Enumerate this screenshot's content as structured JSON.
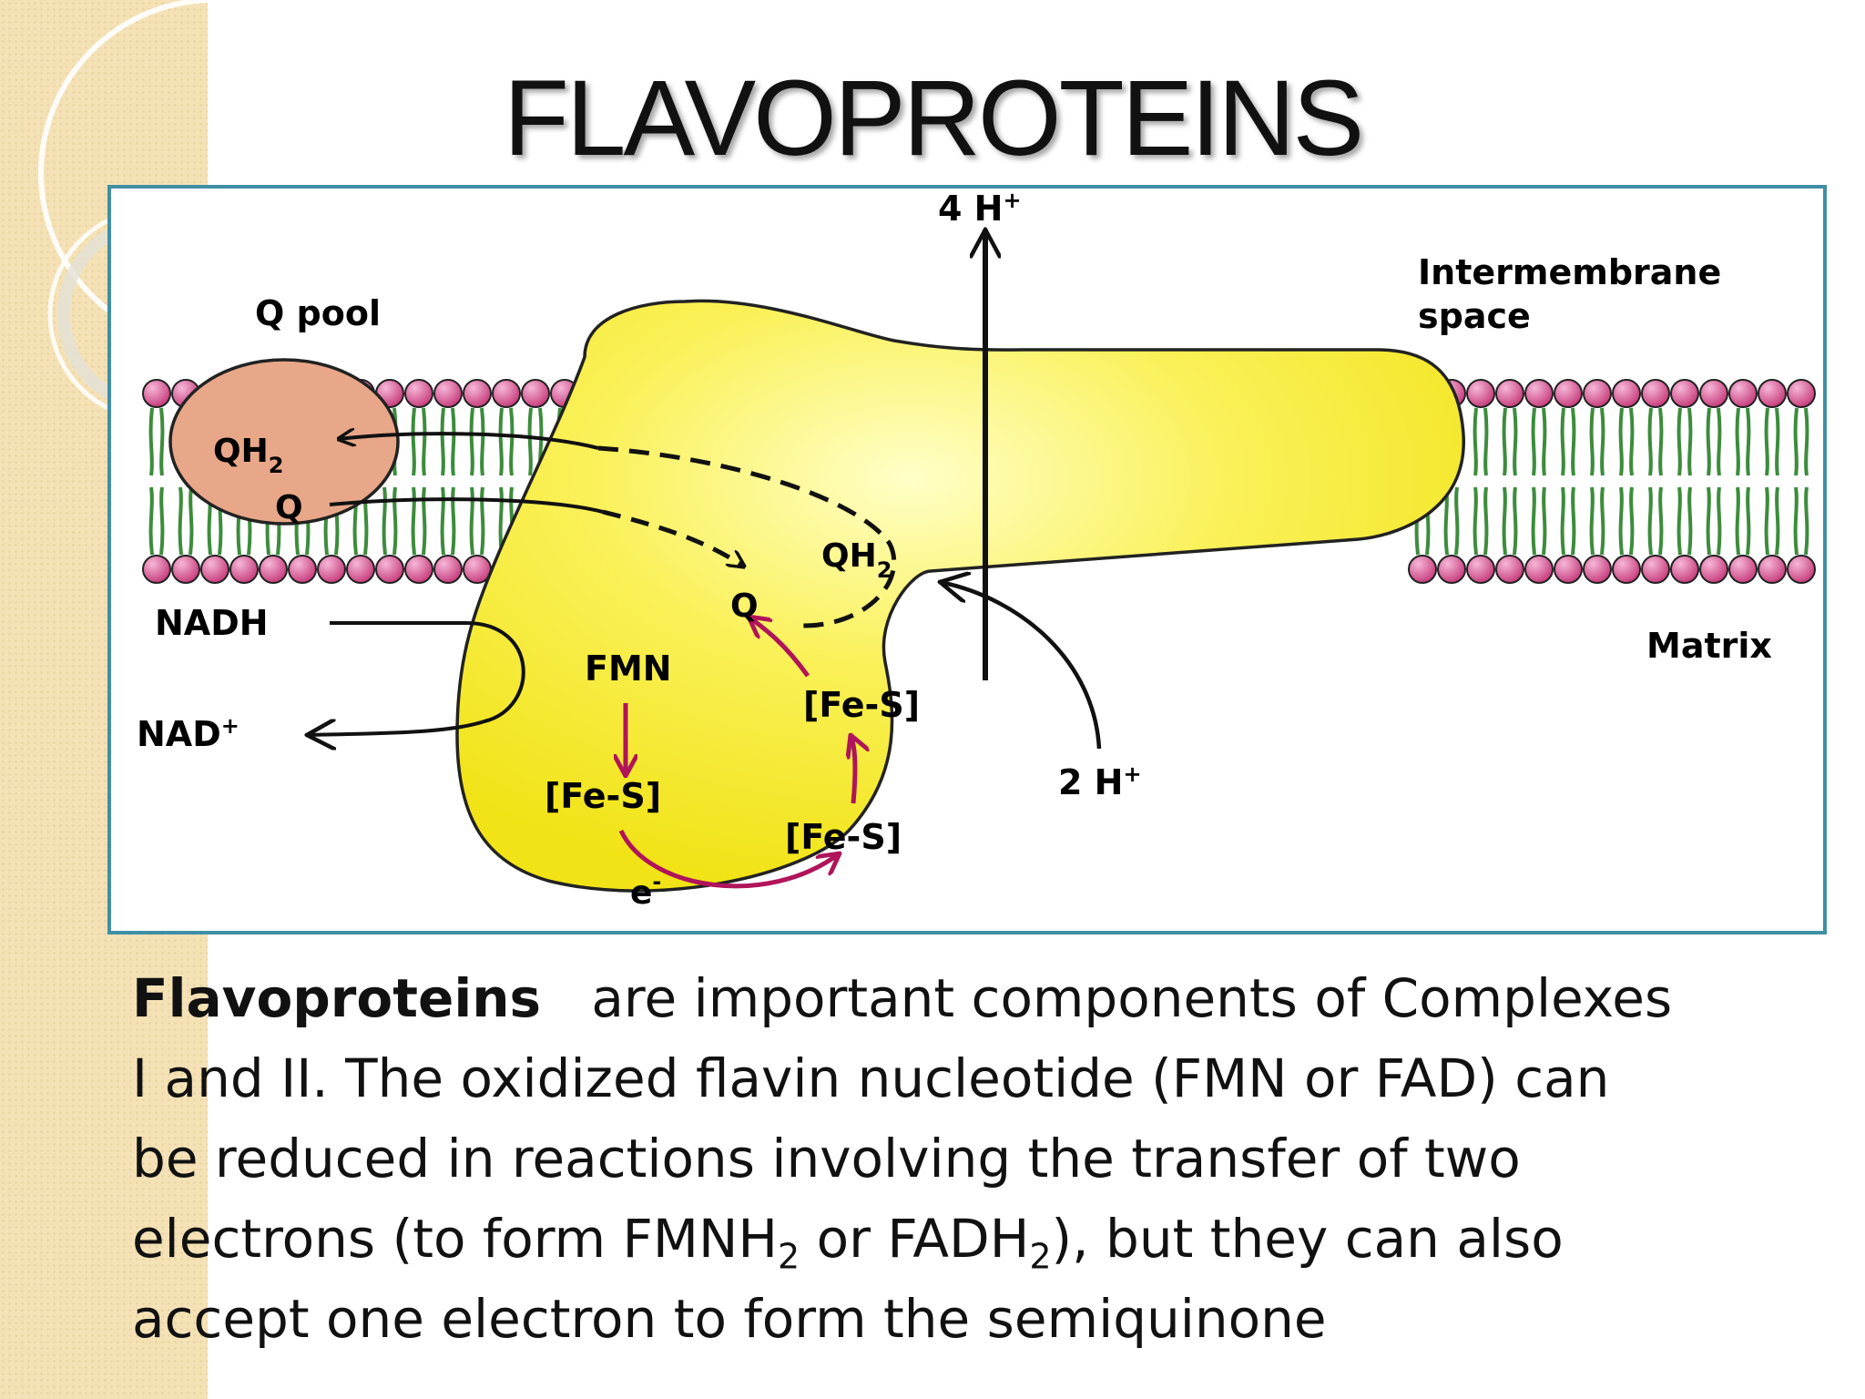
{
  "slide": {
    "title": "FLAVOPROTEINS",
    "paragraph": {
      "lead": "Flavoproteins",
      "line1": "are important components of Complexes",
      "line2": "I and II. The oxidized flavin nucleotide (FMN or FAD) can",
      "line3": "be reduced in reactions involving the transfer of two",
      "line4a": "electrons (to form FMNH",
      "sub1": "2",
      "line4b": " or FADH",
      "sub2": "2",
      "line4c": "), but they can also",
      "line5": "accept one electron to form the semiquinone"
    }
  },
  "diagram": {
    "q_pool": "Q pool",
    "qh2_pool": "QH",
    "q_pool_q": "Q",
    "sub2": "2",
    "plus": "+",
    "minus": "-",
    "intermembrane_line1": "Intermembrane",
    "intermembrane_line2": "space",
    "matrix": "Matrix",
    "four_h": "4 H",
    "two_h": "2 H",
    "nadh": "NADH",
    "nad": "NAD",
    "fmn": "FMN",
    "fes_1": "[Fe-S]",
    "fes_2": "[Fe-S]",
    "fes_3": "[Fe-S]",
    "q_site": "Q",
    "qh2_site": "QH",
    "electron": "e"
  },
  "colors": {
    "protein_yellow": "#f6ec1f",
    "lipid_head": "#d6579e",
    "lipid_tail": "#3c8c3c",
    "electron_path": "#b0145a",
    "q_pool_fill": "#e8a789",
    "frame_border": "#3f8fa6"
  }
}
